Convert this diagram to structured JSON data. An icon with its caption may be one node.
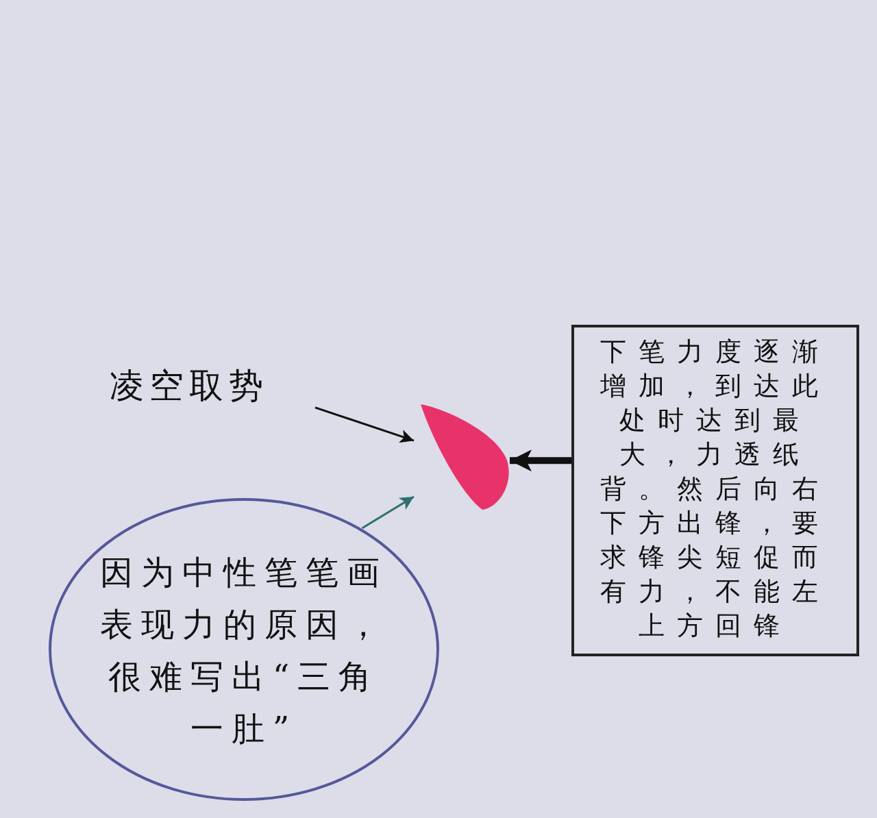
{
  "diagram": {
    "nodes": [
      {
        "text": [
          "凌空取势"
        ]
      },
      {
        "text": [],
        "shape": "picture"
      },
      {
        "text": [
          "下笔力度逐渐增加，到达此处时达到最大，力透纸背。然后向右下方出锋，要求锋尖短促而有力，不能左上方回锋"
        ]
      },
      {
        "text": [
          "因为中性笔笔画表现力的原因，很难写出“三角一肚”"
        ]
      }
    ],
    "edges": [
      {
        "from": 0,
        "to": 1,
        "arrow": "to"
      },
      {
        "from": 2,
        "to": 1,
        "arrow": "to",
        "style": "thick"
      },
      {
        "from": 3,
        "to": 1,
        "arrow": "to",
        "color": "#2f6f6f"
      }
    ]
  }
}
